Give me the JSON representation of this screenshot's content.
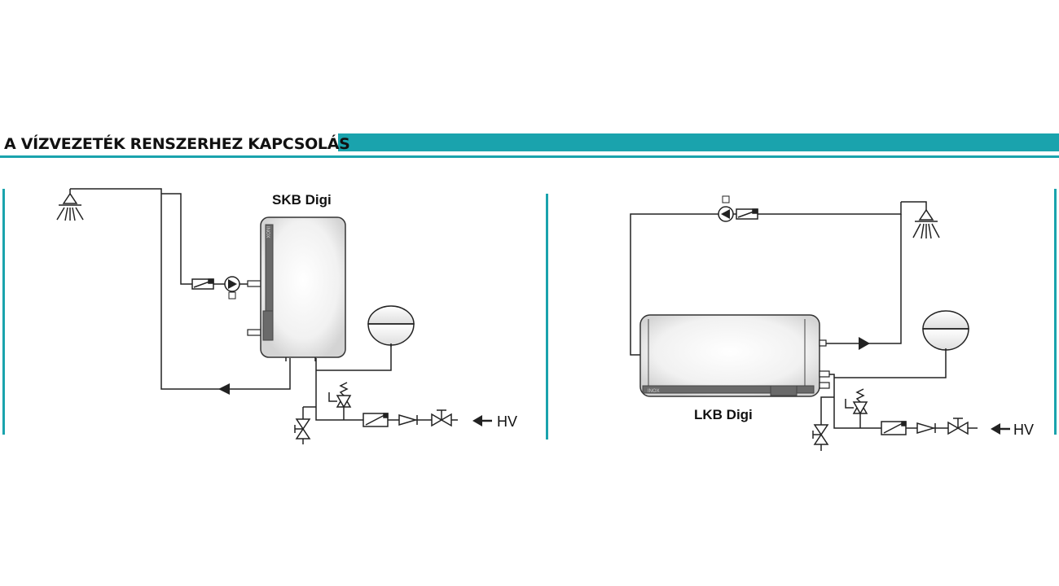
{
  "header": {
    "title": "A VÍZVEZETÉK RENSZERHEZ KAPCSOLÁS",
    "accent_color": "#1aa3ad"
  },
  "left_diagram": {
    "model_label": "SKB Digi",
    "inlet_label": "HV",
    "tank_badge": "INOX"
  },
  "right_diagram": {
    "model_label": "LKB Digi",
    "inlet_label": "HV",
    "tank_badge": "INOX"
  },
  "icons": [
    "shower-head-icon",
    "circulation-pump-icon",
    "check-valve-icon",
    "safety-valve-icon",
    "expansion-vessel-icon",
    "filter-icon",
    "shutoff-valve-icon",
    "drain-valve-icon",
    "flow-arrow-icon"
  ]
}
